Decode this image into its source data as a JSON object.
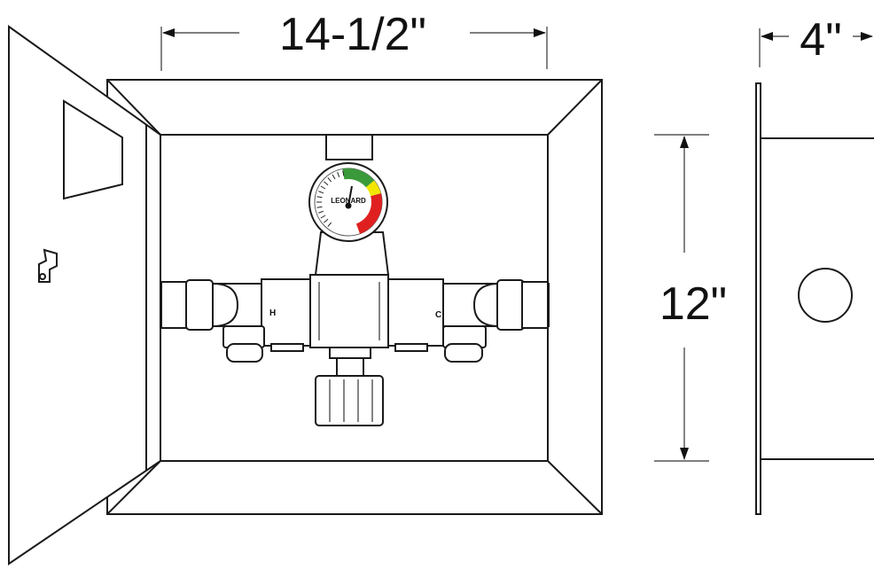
{
  "dimensions": {
    "width": "14-1/2\"",
    "depth": "4\"",
    "height": "12\""
  },
  "valve_labels": {
    "hot": "H",
    "cold": "C"
  },
  "gauge": {
    "brand": "LEONARD"
  },
  "colors": {
    "line": "#1a1a1a",
    "gauge_green": "#3a9a3a",
    "gauge_yellow": "#f2e600",
    "gauge_red": "#e02020"
  }
}
